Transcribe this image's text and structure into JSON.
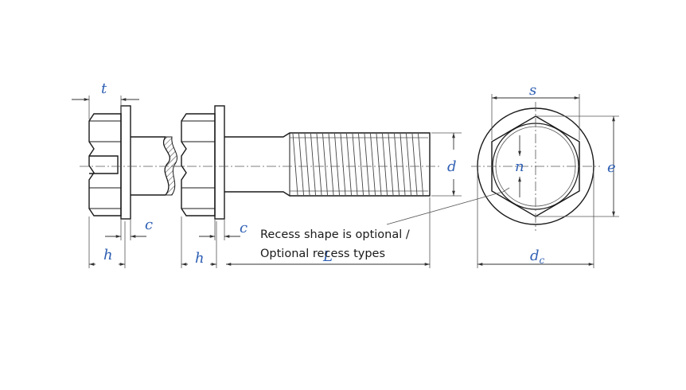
{
  "dimensions": {
    "t": "t",
    "c_left": "c",
    "c_right": "c",
    "h_left": "h",
    "h_right": "h",
    "L": "L",
    "d": "d",
    "s": "s",
    "n": "n",
    "e": "e",
    "dc_base": "d",
    "dc_sub": "c"
  },
  "note": {
    "line1": "Recess shape is optional /",
    "line2": "Optional recess types"
  },
  "colors": {
    "label": "#2f5fb3",
    "line": "#1a1a1a",
    "dim": "#555555"
  }
}
